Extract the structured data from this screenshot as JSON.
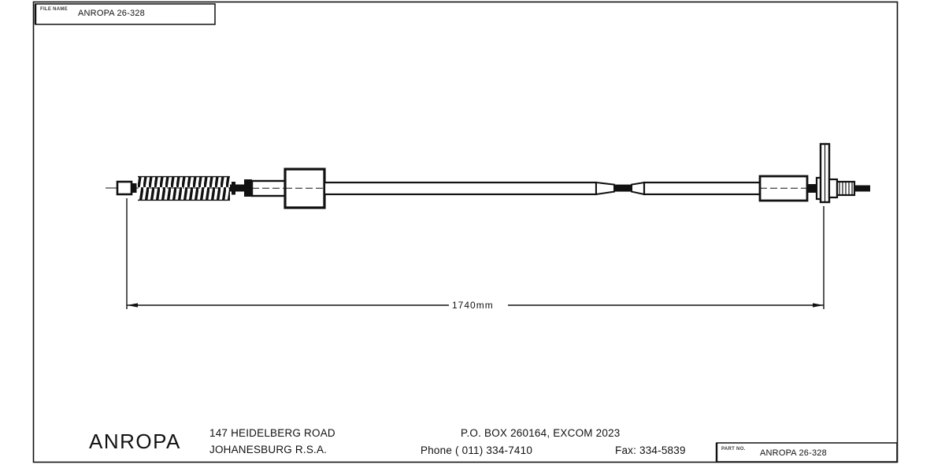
{
  "drawing": {
    "title_block": {
      "file_name_label": "FILE NAME",
      "file_name_value": "ANROPA 26-328",
      "part_no_label": "PART NO.",
      "part_no_value": "ANROPA 26-328"
    },
    "dimension": {
      "length_label": "1740mm"
    },
    "footer": {
      "company": "ANROPA",
      "address_line1": "147 HEIDELBERG ROAD",
      "address_line2": "JOHANESBURG R.S.A.",
      "postal": "P.O. BOX 260164, EXCOM 2023",
      "phone": "Phone  ( 011)   334-7410",
      "fax": "Fax: 334-5839"
    },
    "colors": {
      "line": "#111111",
      "background": "#ffffff",
      "text": "#111111"
    }
  }
}
